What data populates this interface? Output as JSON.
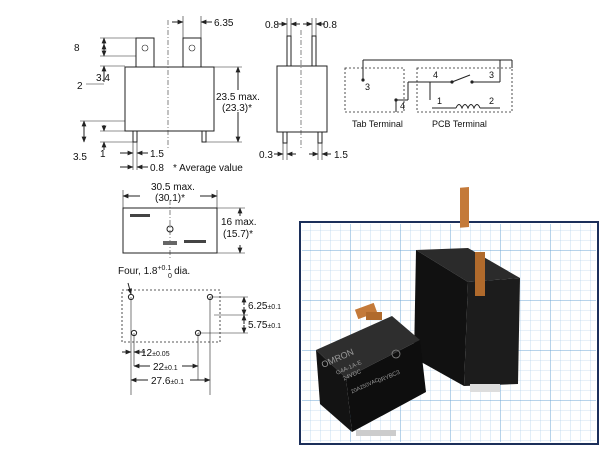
{
  "side_view": {
    "dim_top_width": "6.35",
    "dim_height_8": "8",
    "dim_3_4": "3.4",
    "dim_2": "2",
    "dim_height_max": "23.5 max.",
    "dim_height_avg": "(23.3)*",
    "dim_3_5": "3.5",
    "dim_1": "1",
    "dim_1_5": "1.5",
    "dim_0_8": "0.8",
    "average_note": "* Average value"
  },
  "end_view": {
    "dim_left_0_8": "0.8",
    "dim_right_0_8": "0.8",
    "dim_0_3": "0.3",
    "dim_1_5": "1.5"
  },
  "schematic": {
    "pin_3_left": "3",
    "pin_4_left": "4",
    "pin_4_right": "4",
    "pin_3_right": "3",
    "pin_1": "1",
    "pin_2": "2",
    "tab_terminal_label": "Tab Terminal",
    "pcb_terminal_label": "PCB Terminal"
  },
  "top_view": {
    "dim_width_max": "30.5 max.",
    "dim_width_avg": "(30.1)*",
    "dim_depth_max": "16 max.",
    "dim_depth_avg": "(15.7)*"
  },
  "pcb_layout": {
    "hole_note_prefix": "Four, 1.8",
    "hole_tol_upper": "+0.1",
    "hole_tol_lower": "0",
    "hole_note_suffix": " dia.",
    "dim_6_25": "6.25",
    "tol_6_25": "±0.1",
    "dim_5_75": "5.75",
    "tol_5_75": "±0.1",
    "dim_12": "12",
    "tol_12": "±0.05",
    "dim_22": "22",
    "tol_22": "±0.1",
    "dim_27_6": "27.6",
    "tol_27_6": "±0.1"
  },
  "photo": {
    "brand": "OMRON",
    "model": "G4A-1A-E",
    "coil": "24VDC",
    "rating": "20A250VAC",
    "code": "0RYBC3"
  }
}
